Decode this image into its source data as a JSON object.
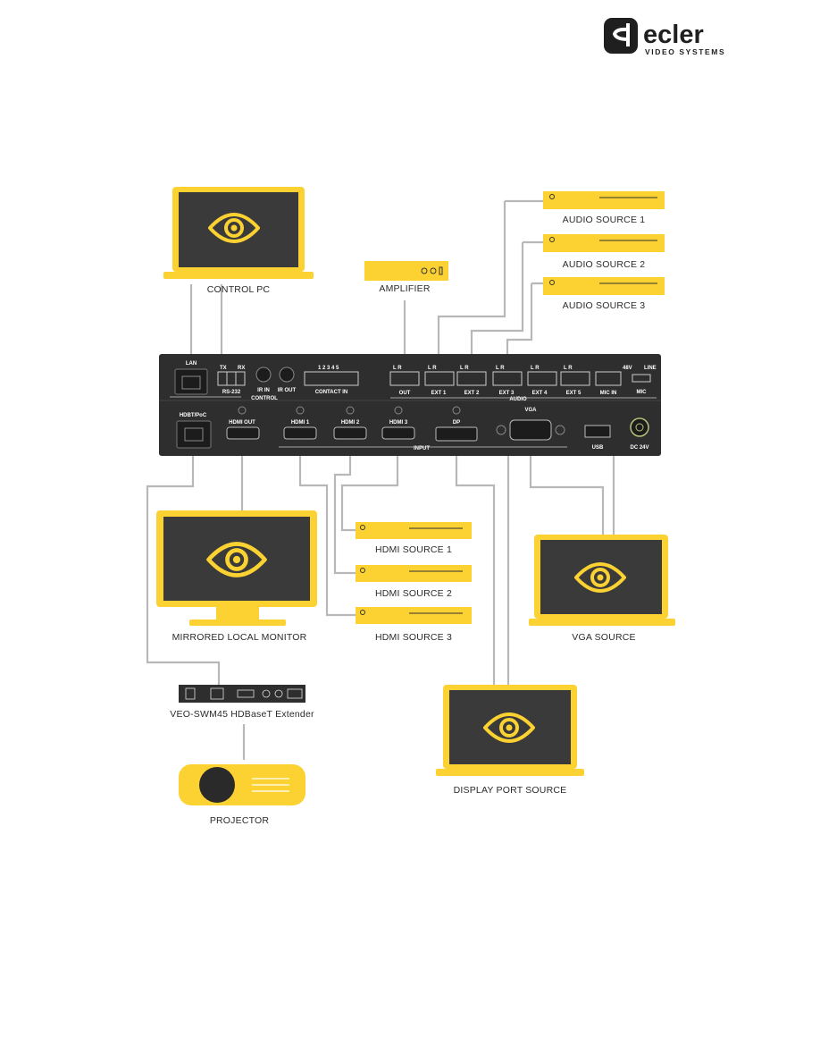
{
  "brand": {
    "name": "ecler",
    "tagline": "VIDEO SYSTEMS"
  },
  "colors": {
    "accent": "#fcd232",
    "device_dark": "#2e2e2e",
    "wire": "#b8b8b8",
    "screen": "#3a3a3a"
  },
  "devices": {
    "control_pc": "CONTROL PC",
    "amplifier": "AMPLIFIER",
    "audio_source_1": "AUDIO SOURCE 1",
    "audio_source_2": "AUDIO SOURCE 2",
    "audio_source_3": "AUDIO SOURCE 3",
    "hdmi_source_1": "HDMI SOURCE 1",
    "hdmi_source_2": "HDMI SOURCE 2",
    "hdmi_source_3": "HDMI SOURCE 3",
    "mirrored_monitor": "MIRRORED LOCAL MONITOR",
    "vga_source": "VGA SOURCE",
    "extender": "VEO-SWM45 HDBaseT Extender",
    "projector": "PROJECTOR",
    "dp_source": "DISPLAY PORT SOURCE"
  },
  "panel": {
    "lan": "LAN",
    "rs232": "RS-232",
    "tx": "TX",
    "rx": "RX",
    "ir_in": "IR IN",
    "ir_out": "IR OUT",
    "control": "CONTROL",
    "contact_in": "CONTACT IN",
    "contact_nums": "1 2 3 4 5",
    "lr": "L  R",
    "out": "OUT",
    "ext1": "EXT 1",
    "ext2": "EXT 2",
    "ext3": "EXT 3",
    "ext4": "EXT 4",
    "ext5": "EXT 5",
    "audio": "AUDIO",
    "mic_in": "MIC IN",
    "v48": "48V",
    "line": "LINE",
    "mic": "MIC",
    "hdbt": "HDBT/PoC",
    "hdmi_out": "HDMI OUT",
    "hdmi1": "HDMI 1",
    "hdmi2": "HDMI 2",
    "hdmi3": "HDMI 3",
    "dp": "DP",
    "vga": "VGA",
    "input": "INPUT",
    "usb": "USB",
    "dc24": "DC 24V"
  }
}
